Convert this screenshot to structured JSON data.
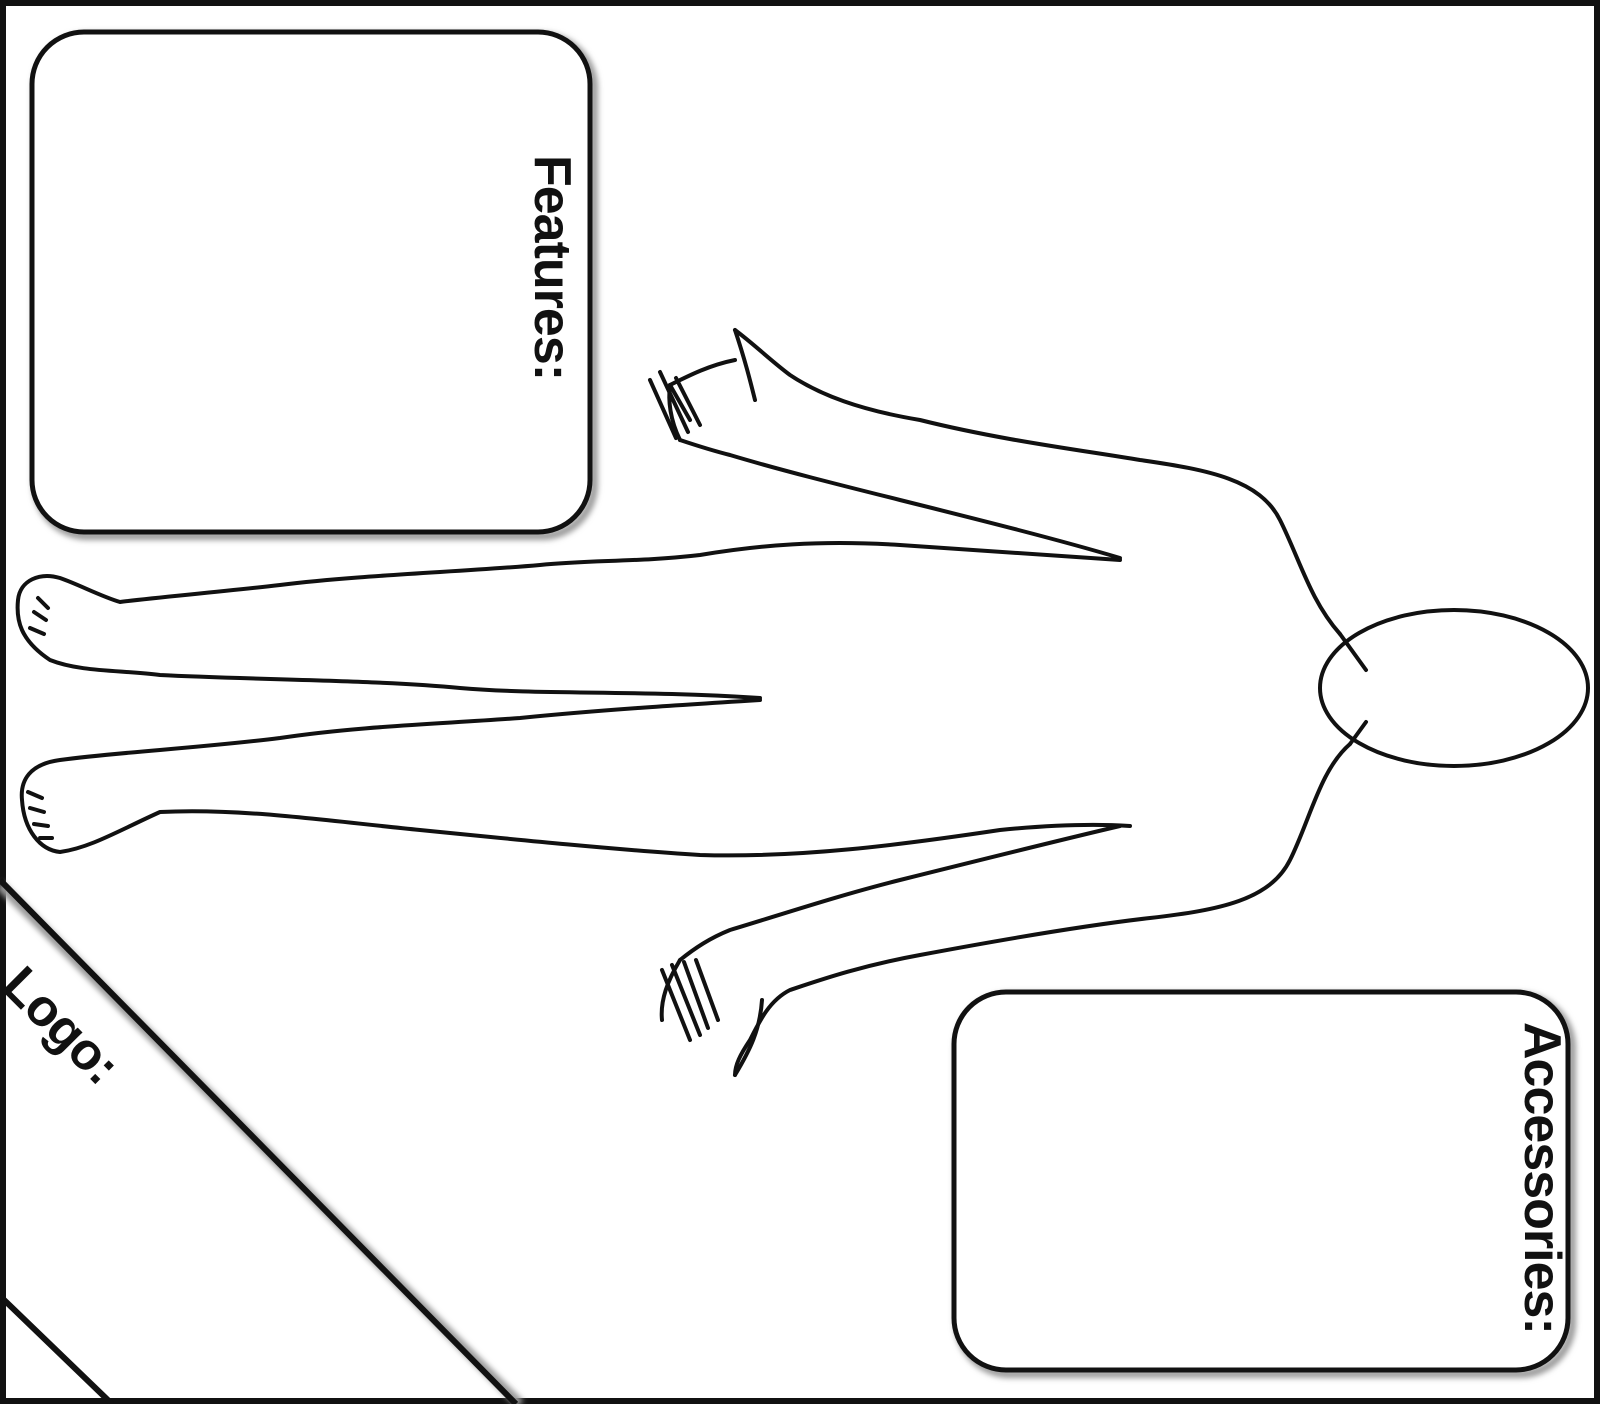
{
  "sheet": {
    "features_label": "Features:",
    "accessories_label": "Accessories:",
    "logo_label": "Logo:"
  },
  "figure": {
    "icon": "human-body-outline-icon"
  },
  "colors": {
    "ink": "#111111",
    "paper": "#ffffff",
    "shadow": "#9a9a9a"
  }
}
